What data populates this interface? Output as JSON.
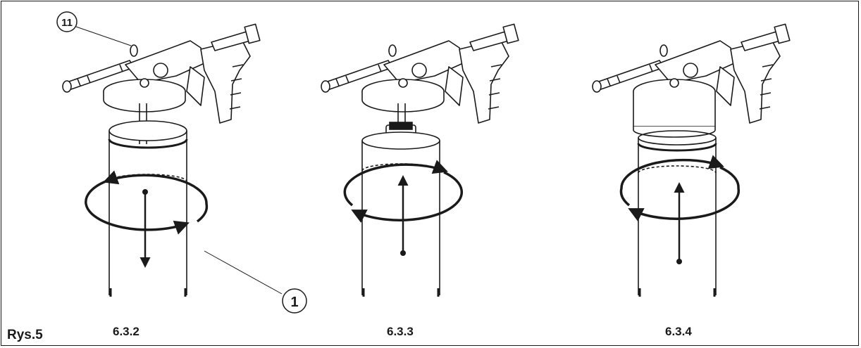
{
  "figure": {
    "label": "Rys.5",
    "steps": [
      "6.3.2",
      "6.3.3",
      "6.3.4"
    ],
    "callouts": [
      "11",
      "1"
    ]
  },
  "colors": {
    "line": "#1a1a1a",
    "background": "#ffffff"
  },
  "icons": [
    "spray-gun-icon",
    "rotation-arrow-icon",
    "direction-arrow-icon"
  ]
}
